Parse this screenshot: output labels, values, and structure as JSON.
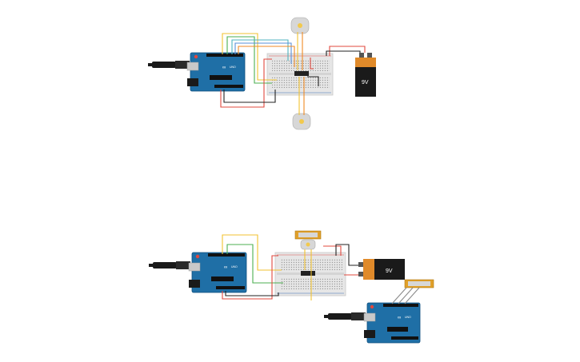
{
  "colors": {
    "background": "#ffffff",
    "arduino_board": "#1f6fa6",
    "arduino_dark": "#0e4f7e",
    "usb_metal": "#c9c9c9",
    "cable": "#1a1a1a",
    "breadboard": "#e6e6e6",
    "breadboard_rail_red": "#d9534f",
    "breadboard_rail_blue": "#3b6fb6",
    "battery_body": "#1a1a1a",
    "battery_cap": "#e08a2a",
    "motor_body": "#d7d7d7",
    "motor_shaft": "#f2c94c",
    "wire_red": "#e0483e",
    "wire_black": "#222222",
    "wire_yellow": "#f2c230",
    "wire_green": "#4caf50",
    "wire_orange": "#f08a24",
    "wire_teal": "#4fb3bf",
    "wire_blue": "#5a8fd8",
    "wire_gray": "#8a8a8a"
  },
  "circuit_top": {
    "arduino": {
      "logo": "∞",
      "model": "UNO",
      "brand": "ARDUINO"
    },
    "battery": {
      "label": "9V"
    },
    "motors": [
      "motor-top",
      "motor-bottom"
    ],
    "chip": "driver-ic"
  },
  "circuit_bottom": {
    "arduino": {
      "logo": "∞",
      "model": "UNO",
      "brand": "ARDUINO"
    },
    "battery": {
      "label": "9V"
    },
    "potentiometer": "slide-pot",
    "second_arduino": {
      "logo": "∞",
      "model": "UNO",
      "brand": "ARDUINO"
    },
    "second_pot": "slide-pot-2"
  }
}
